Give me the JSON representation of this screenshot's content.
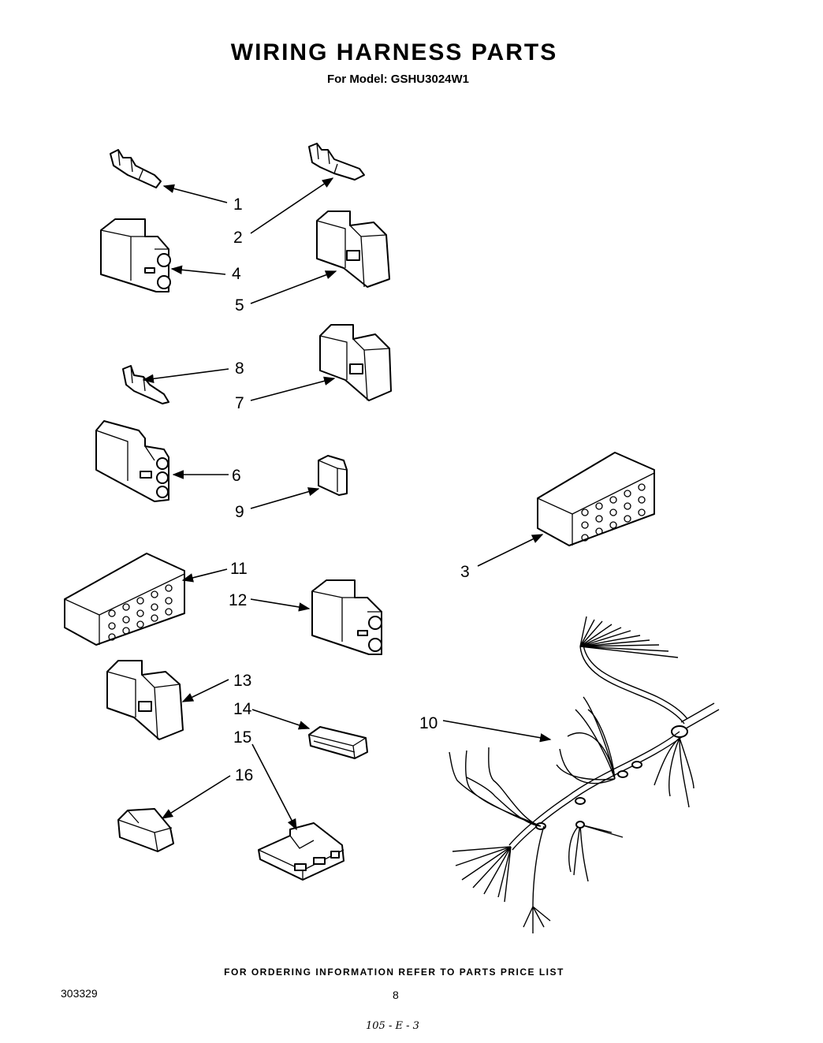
{
  "header": {
    "title": "WIRING HARNESS PARTS",
    "subtitle": "For Model: GSHU3024W1"
  },
  "part_labels": [
    "1",
    "2",
    "3",
    "4",
    "5",
    "6",
    "7",
    "8",
    "9",
    "10",
    "11",
    "12",
    "13",
    "14",
    "15",
    "16"
  ],
  "footer": {
    "note": "FOR ORDERING INFORMATION REFER TO PARTS PRICE LIST",
    "doc_number": "303329",
    "page_number": "8",
    "handwritten": "105 - E - 3"
  }
}
